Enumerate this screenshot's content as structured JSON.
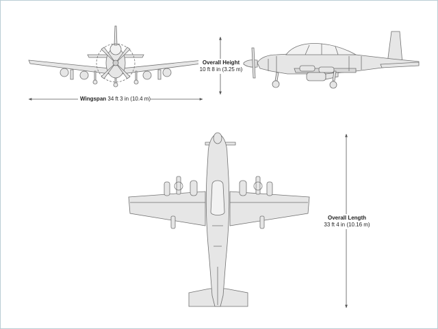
{
  "dimensions": {
    "height": {
      "title": "Overall Height",
      "value": "10 ft 8 in (3.25 m)"
    },
    "wingspan": {
      "title": "Wingspan",
      "value": "34 ft 3 in (10.4 m)"
    },
    "length": {
      "title": "Overall Length",
      "value": "33 ft 4 in (10.16 m)"
    }
  },
  "colors": {
    "fill": "#e6e6e6",
    "stroke": "#6f6f6f",
    "frame": "#b9ccd4",
    "arrow": "#555555"
  }
}
